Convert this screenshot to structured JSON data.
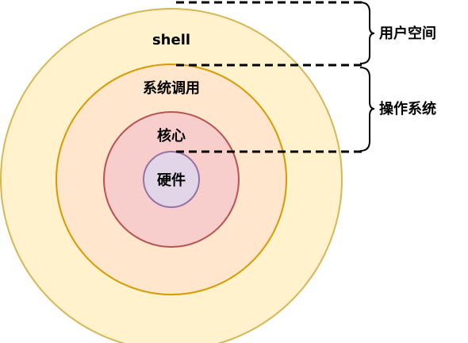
{
  "layers": {
    "shell": "shell",
    "syscall": "系统调用",
    "kernel": "核心",
    "hardware": "硬件"
  },
  "regions": {
    "user_space": "用户空间",
    "os": "操作系统"
  },
  "colors": {
    "shell_fill": "#fff2cc",
    "shell_stroke": "#d6b656",
    "syscall_fill": "#ffe6cc",
    "syscall_stroke": "#d79b00",
    "kernel_fill": "#f8cecc",
    "kernel_stroke": "#b85450",
    "hardware_fill": "#e1d5e7",
    "hardware_stroke": "#9673a6"
  }
}
